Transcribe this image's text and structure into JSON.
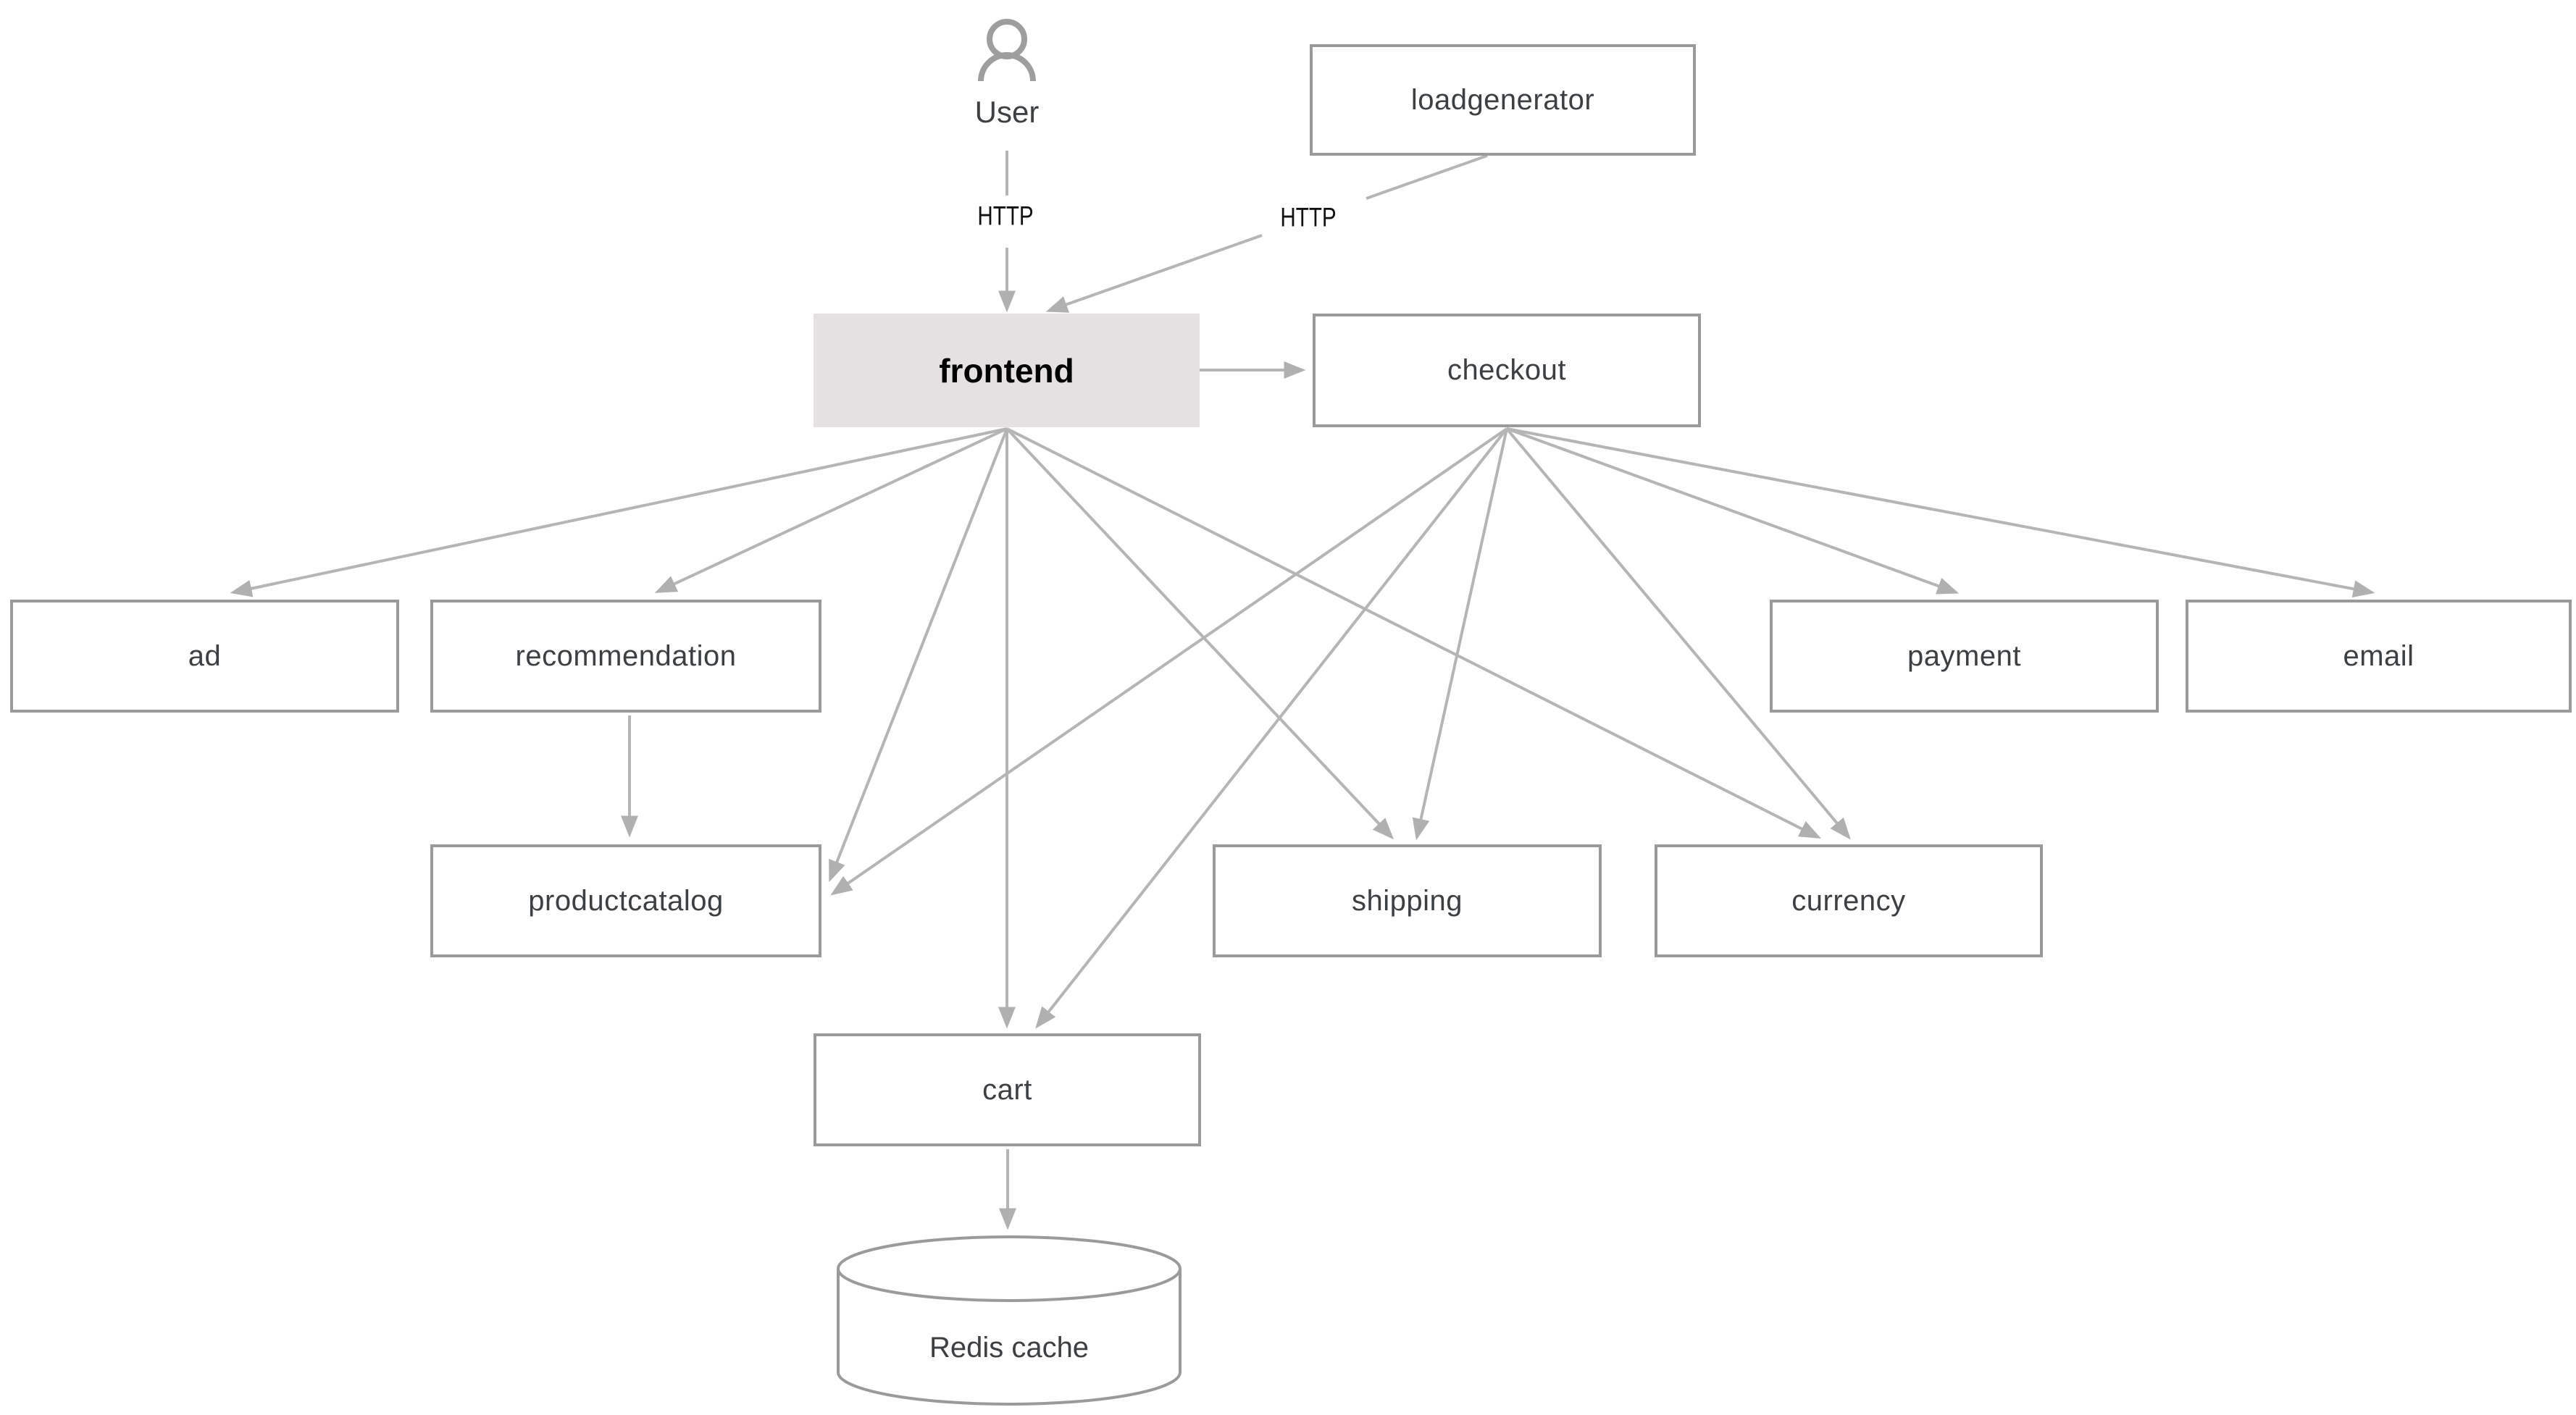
{
  "diagram": {
    "kind": "microservices-architecture"
  },
  "nodes": {
    "user": {
      "label": "User",
      "kind": "actor"
    },
    "loadgenerator": {
      "label": "loadgenerator",
      "kind": "service"
    },
    "frontend": {
      "label": "frontend",
      "kind": "service",
      "highlighted": true
    },
    "checkout": {
      "label": "checkout",
      "kind": "service"
    },
    "ad": {
      "label": "ad",
      "kind": "service"
    },
    "recommendation": {
      "label": "recommendation",
      "kind": "service"
    },
    "payment": {
      "label": "payment",
      "kind": "service"
    },
    "email": {
      "label": "email",
      "kind": "service"
    },
    "productcatalog": {
      "label": "productcatalog",
      "kind": "service"
    },
    "shipping": {
      "label": "shipping",
      "kind": "service"
    },
    "currency": {
      "label": "currency",
      "kind": "service"
    },
    "cart": {
      "label": "cart",
      "kind": "service"
    },
    "redis": {
      "label": "Redis cache",
      "kind": "database"
    }
  },
  "edges": [
    {
      "from": "user",
      "to": "frontend",
      "label": "HTTP"
    },
    {
      "from": "loadgenerator",
      "to": "frontend",
      "label": "HTTP"
    },
    {
      "from": "frontend",
      "to": "checkout"
    },
    {
      "from": "frontend",
      "to": "ad"
    },
    {
      "from": "frontend",
      "to": "recommendation"
    },
    {
      "from": "frontend",
      "to": "productcatalog"
    },
    {
      "from": "frontend",
      "to": "cart"
    },
    {
      "from": "frontend",
      "to": "shipping"
    },
    {
      "from": "frontend",
      "to": "currency"
    },
    {
      "from": "checkout",
      "to": "productcatalog"
    },
    {
      "from": "checkout",
      "to": "cart"
    },
    {
      "from": "checkout",
      "to": "shipping"
    },
    {
      "from": "checkout",
      "to": "currency"
    },
    {
      "from": "checkout",
      "to": "payment"
    },
    {
      "from": "checkout",
      "to": "email"
    },
    {
      "from": "recommendation",
      "to": "productcatalog"
    },
    {
      "from": "cart",
      "to": "redis"
    }
  ],
  "colors": {
    "edge": "#b5b5b5",
    "arrowhead": "#b0b0b0",
    "box_border": "#9a9a9a",
    "box_background": "#ffffff",
    "frontend_background": "#e5e1e2",
    "label_text": "#3d4043",
    "http_label_text": "#111111",
    "frontend_text": "#000000",
    "user_icon": "#9e9e9e",
    "page_background": "#ffffff"
  }
}
